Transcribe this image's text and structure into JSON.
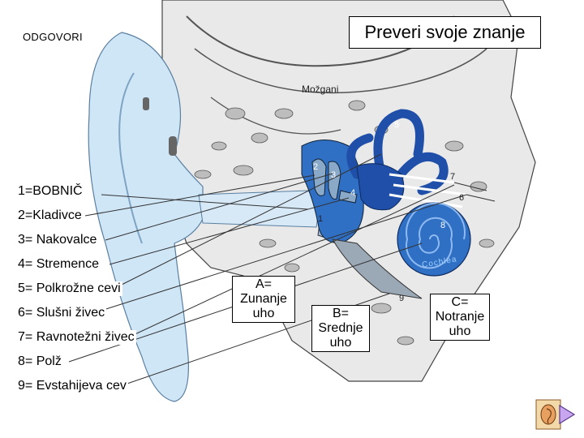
{
  "header": {
    "odgovori": "ODGOVORI",
    "title": "Preveri svoje znanje"
  },
  "diagram_labels": {
    "mozgani": "Možgani",
    "num_1": "1",
    "num_2": "2",
    "num_3": "3",
    "num_4": "4",
    "num_5": "5",
    "num_6": "6",
    "num_7": "7",
    "num_8": "8",
    "num_9": "9",
    "cochlea": "Cochlea"
  },
  "legend": [
    "1=BOBNIČ",
    "2=Kladivce",
    "3= Nakovalce",
    "4= Stremence",
    "5= Polkrožne cevi",
    "6= Slušni živec",
    "7= Ravnotežni živec",
    "8= Polž",
    "9= Evstahijeva cev"
  ],
  "parts": {
    "a": "A= Zunanje uho",
    "b": "B= Srednje uho",
    "c": "C= Notranje uho"
  },
  "colors": {
    "outer_ear": "#cfe6f7",
    "inner_dark": "#1f4fa8",
    "inner_mid": "#2f6fc4",
    "bone": "#c8c8c8"
  },
  "nav": {
    "icon": "next-arrow-icon"
  }
}
